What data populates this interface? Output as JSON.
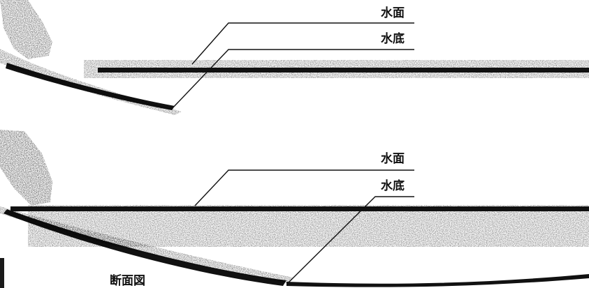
{
  "panels": [
    {
      "water_surface_label": "水面",
      "water_bottom_label": "水底"
    },
    {
      "water_surface_label": "水面",
      "water_bottom_label": "水底"
    }
  ],
  "caption": "断面図",
  "colors": {
    "point_cloud": "#111111",
    "leader_line": "#111111",
    "background": "#ffffff"
  }
}
